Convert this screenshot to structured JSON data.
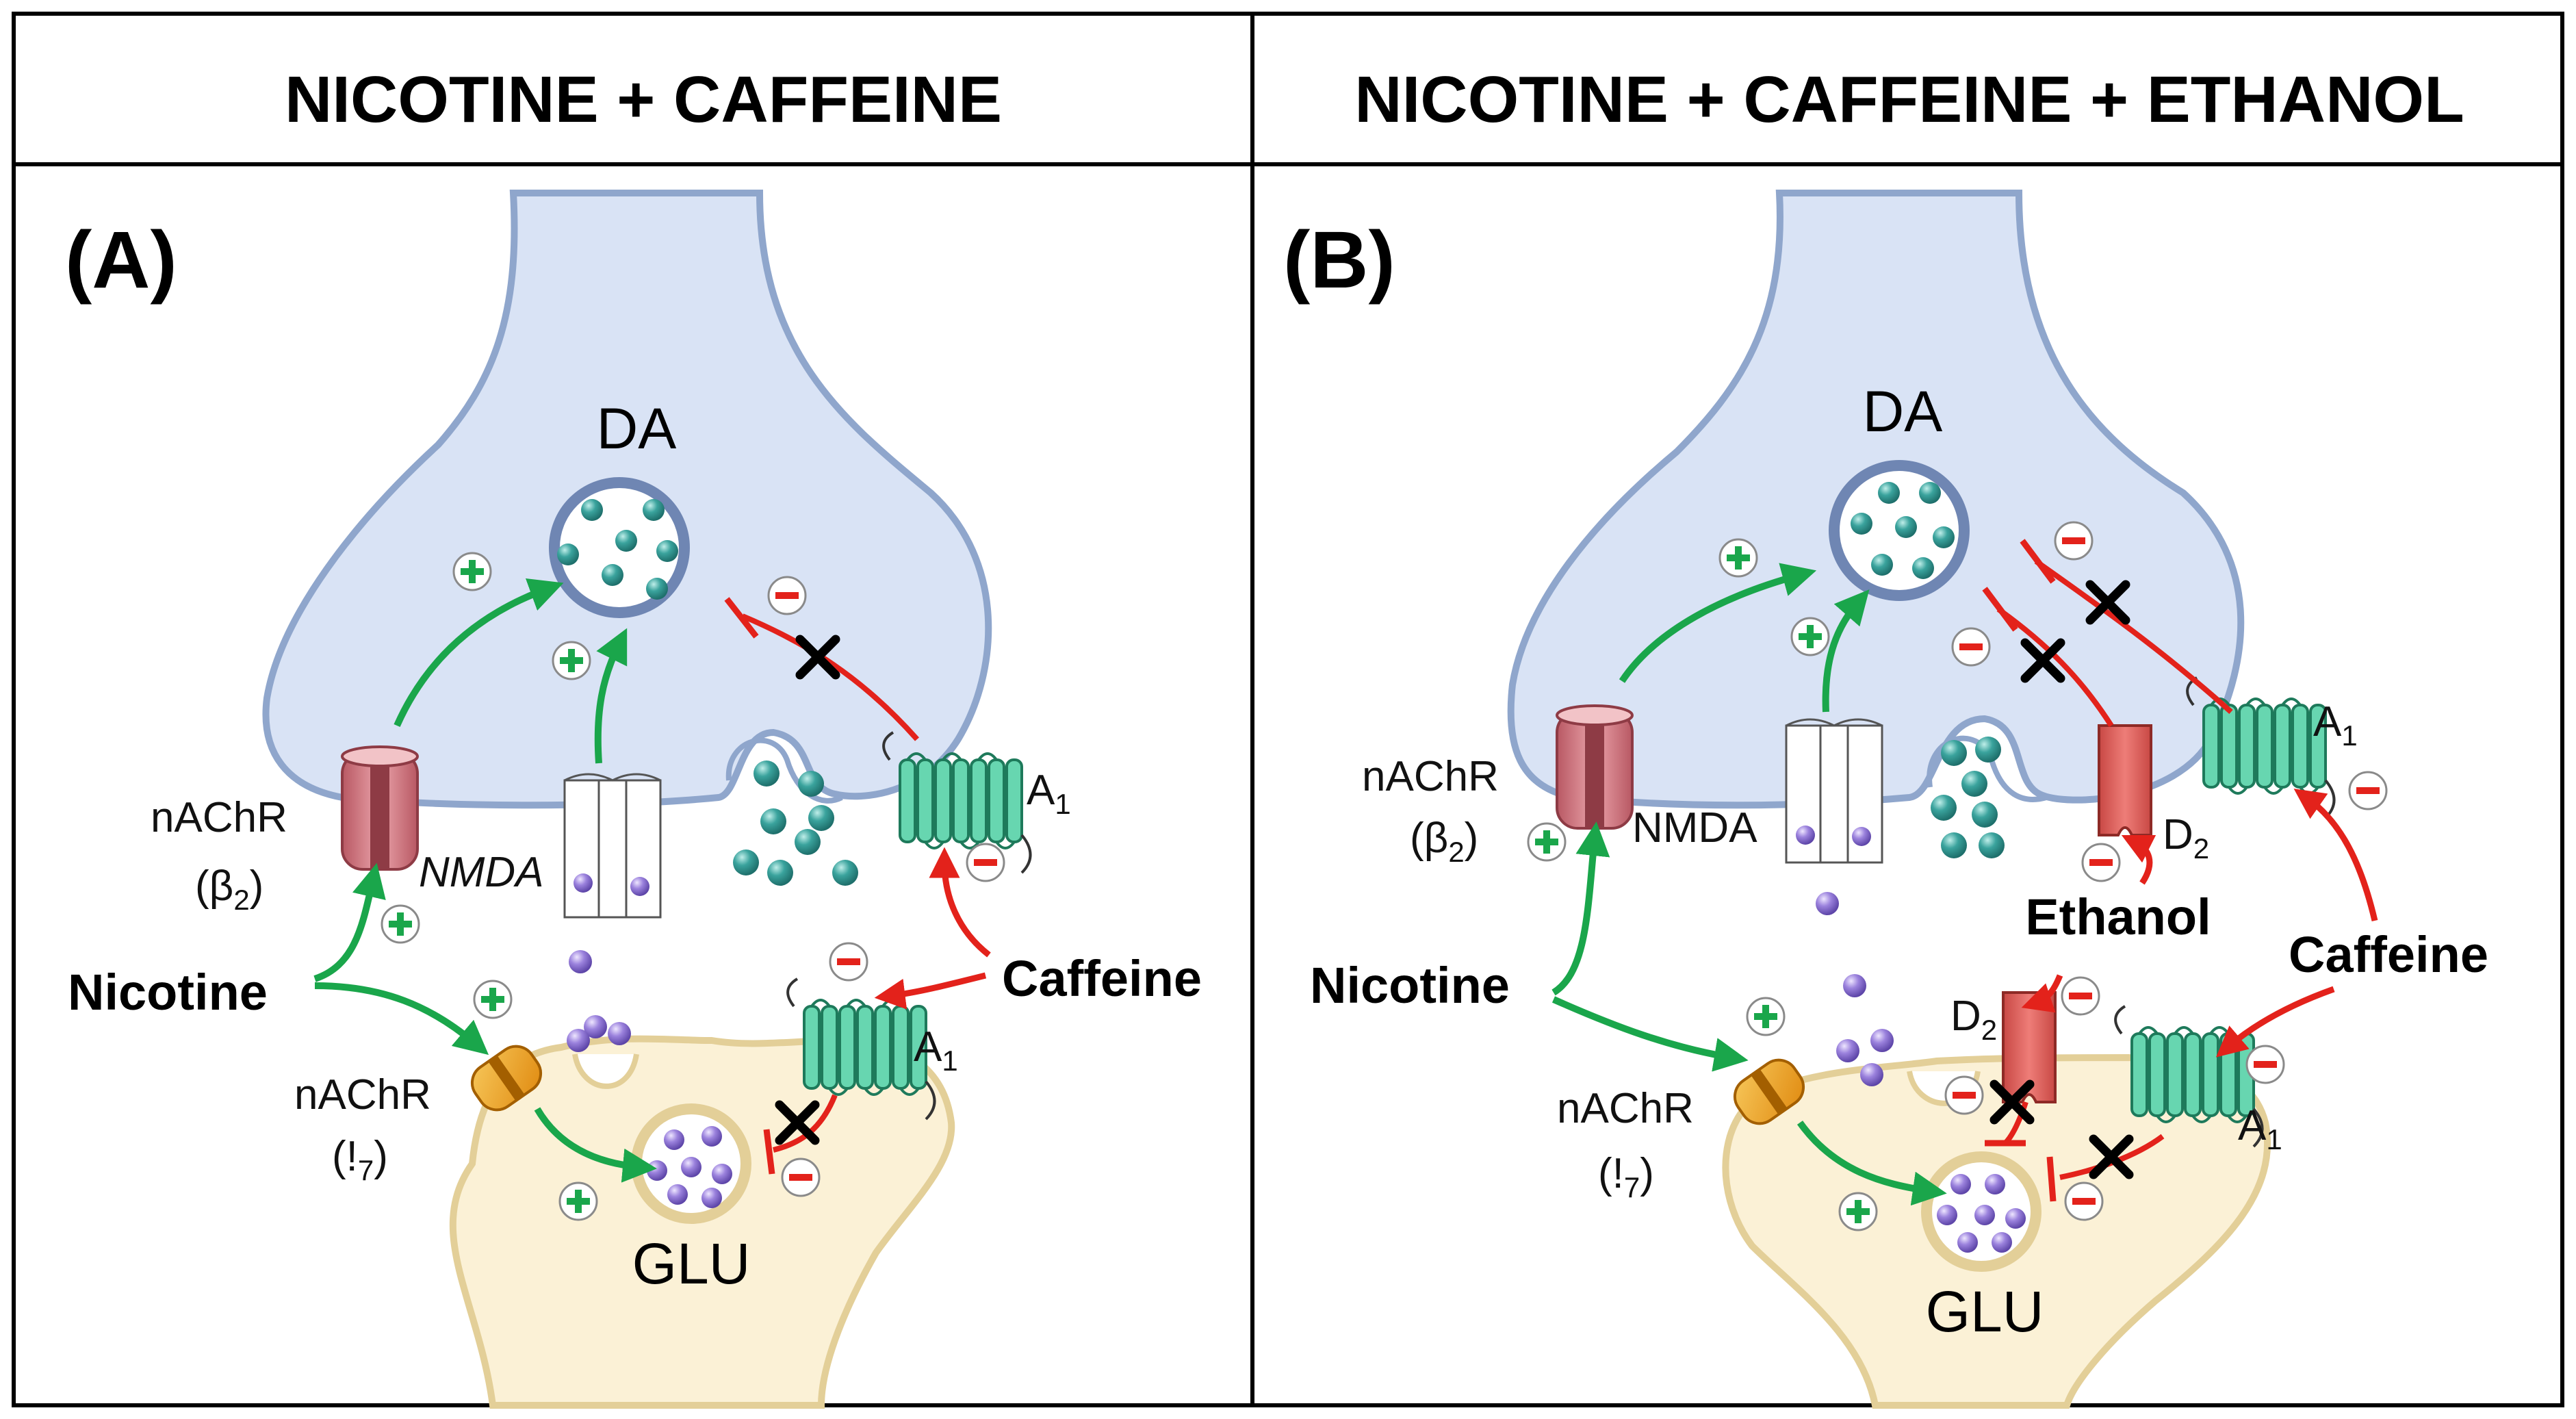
{
  "panels": [
    {
      "header": "NICOTINE + CAFFEINE",
      "label": "(A)",
      "da": "DA",
      "glu": "GLU",
      "nachr_b2": "nAChR",
      "nachr_b2_sub_pre": "(β",
      "nachr_b2_sub": "2",
      "nachr_b2_sub_post": ")",
      "nmda": "NMDA",
      "a1_top": "A",
      "a1_top_sub": "1",
      "a1_bottom": "A",
      "a1_bottom_sub": "1",
      "nachr_a7": "nAChR",
      "nachr_a7_sub_pre": "(!",
      "nachr_a7_sub": "7",
      "nachr_a7_sub_post": ")",
      "nicotine": "Nicotine",
      "caffeine": "Caffeine"
    },
    {
      "header": "NICOTINE + CAFFEINE + ETHANOL",
      "label": "(B)",
      "da": "DA",
      "glu": "GLU",
      "nachr_b2": "nAChR",
      "nachr_b2_sub_pre": "(β",
      "nachr_b2_sub": "2",
      "nachr_b2_sub_post": ")",
      "nmda": "NMDA",
      "a1_top": "A",
      "a1_top_sub": "1",
      "a1_bottom": "A",
      "a1_bottom_sub": "1",
      "d2_top": "D",
      "d2_top_sub": "2",
      "d2_bottom": "D",
      "d2_bottom_sub": "2",
      "nachr_a7": "nAChR",
      "nachr_a7_sub_pre": "(!",
      "nachr_a7_sub": "7",
      "nachr_a7_sub_post": ")",
      "nicotine": "Nicotine",
      "caffeine": "Caffeine",
      "ethanol": "Ethanol"
    }
  ],
  "colors": {
    "da_neuron_fill": "#d9e3f5",
    "da_neuron_stroke": "#8fa6cc",
    "glu_neuron_fill": "#fbf1d6",
    "glu_neuron_stroke": "#e3cf98",
    "excitatory_arrow": "#1aa64b",
    "inhibitory_arrow": "#e3221b",
    "vesicle_dot_da": "#2a8f8a",
    "vesicle_dot_glu": "#8a6fd1",
    "receptor_a1": "#67d6b0",
    "receptor_nachr_b2": "#d9848c",
    "receptor_nachr_a7": "#f0a21c",
    "receptor_d2": "#e0605c"
  }
}
